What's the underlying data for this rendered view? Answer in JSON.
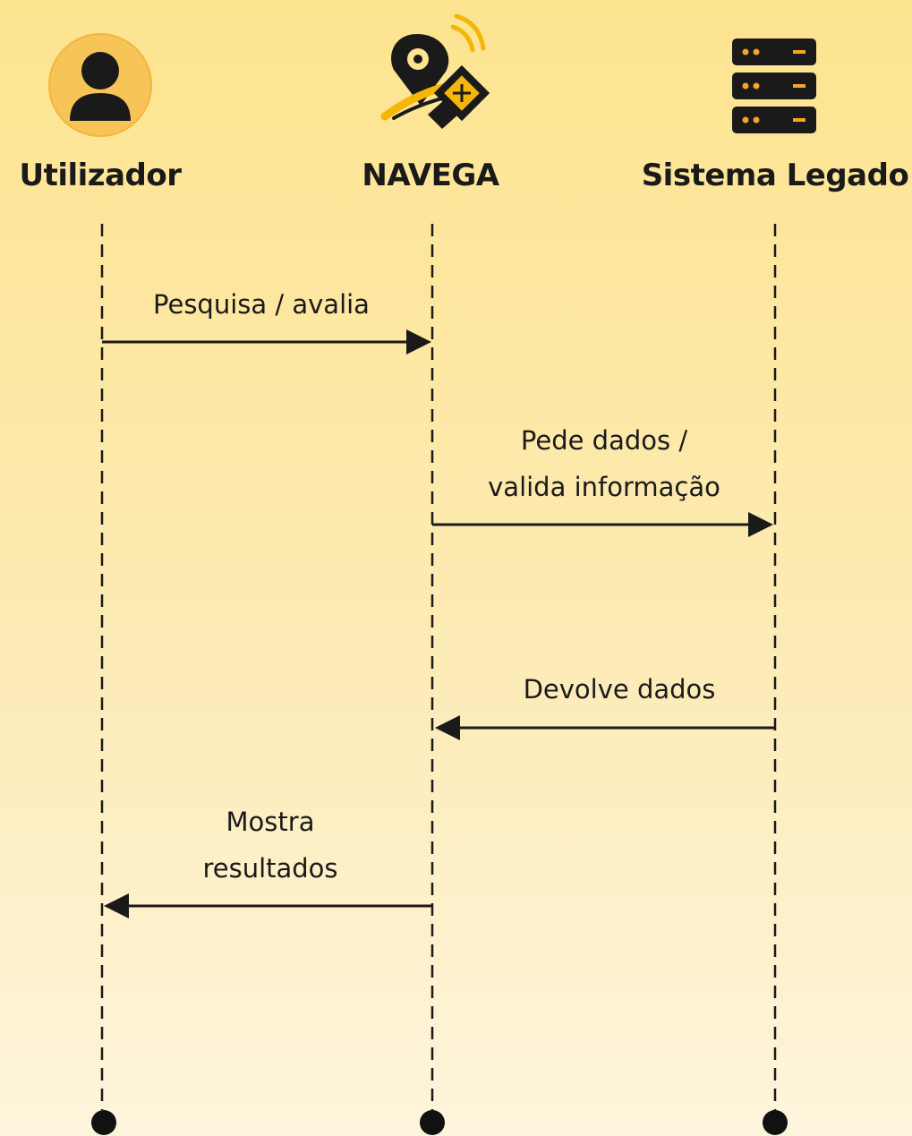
{
  "actors": [
    {
      "id": "user",
      "label": "Utilizador",
      "icon": "user-icon"
    },
    {
      "id": "navega",
      "label": "NAVEGA",
      "icon": "navega-logo-icon"
    },
    {
      "id": "legacy",
      "label": "Sistema Legado",
      "icon": "server-rack-icon"
    }
  ],
  "messages": [
    {
      "from": "Utilizador",
      "to": "NAVEGA",
      "lines": [
        "Pesquisa / avalia"
      ]
    },
    {
      "from": "NAVEGA",
      "to": "Sistema Legado",
      "lines": [
        "Pede dados /",
        "valida informação"
      ]
    },
    {
      "from": "Sistema Legado",
      "to": "NAVEGA",
      "lines": [
        "Devolve dados"
      ]
    },
    {
      "from": "NAVEGA",
      "to": "Utilizador",
      "lines": [
        "Mostra",
        "resultados"
      ]
    }
  ],
  "colors": {
    "background_top": "#fde48f",
    "background_bottom": "#fdf4dc",
    "ink": "#1a1a1a",
    "accent_yellow": "#f5b60a",
    "avatar_circle": "#f7c457",
    "server_led": "#f5a623"
  }
}
